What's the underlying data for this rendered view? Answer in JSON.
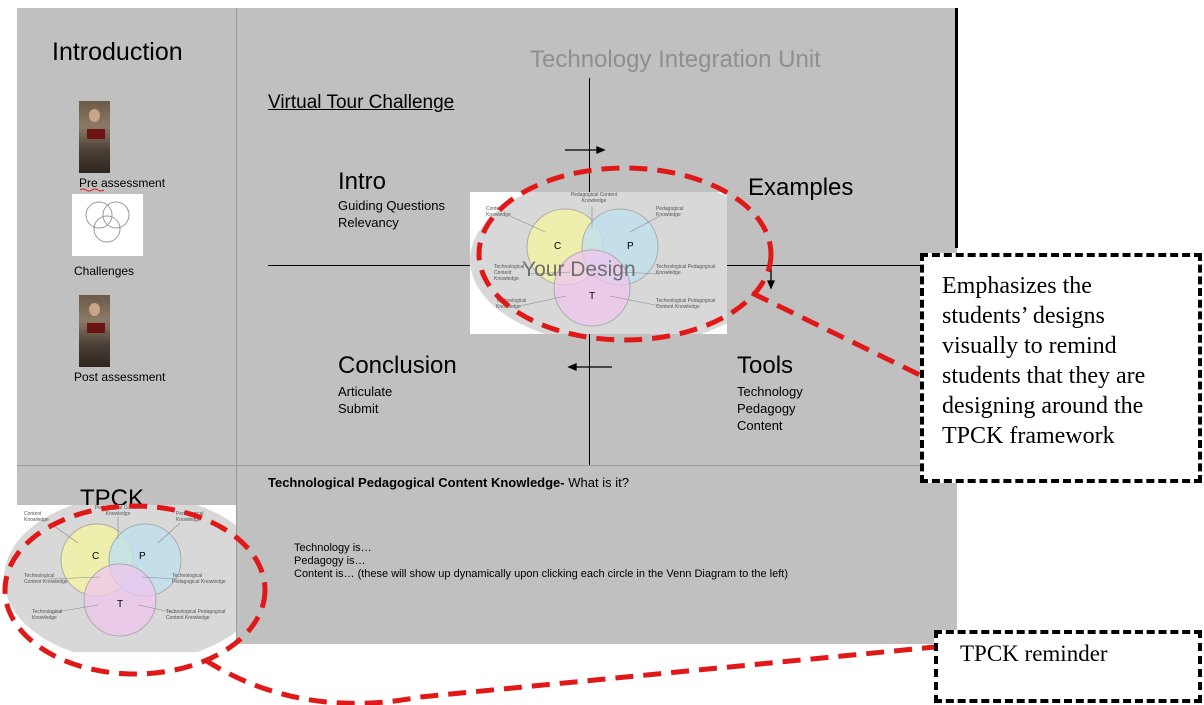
{
  "left_panel": {
    "title": "Introduction",
    "items": [
      {
        "label": "Pre assessment"
      },
      {
        "label": "Challenges"
      },
      {
        "label": "Post assessment"
      }
    ],
    "tpck_title": "TPCK"
  },
  "main": {
    "header": "Technology Integration Unit",
    "subtitle": "Virtual Tour Challenge",
    "quadrants": {
      "intro": {
        "title": "Intro",
        "lines": [
          "Guiding Questions",
          "Relevancy"
        ]
      },
      "examples": {
        "title": "Examples"
      },
      "conclusion": {
        "title": "Conclusion",
        "lines": [
          "Articulate",
          "Submit"
        ]
      },
      "tools": {
        "title": "Tools",
        "lines": [
          "Technology",
          "Pedagogy",
          "Content"
        ]
      }
    },
    "center_label": "Your Design"
  },
  "venn": {
    "pck": "Pedagogical Content Knowledge",
    "pk": "Pedagogical Knowledge",
    "ck": "Content Knowledge",
    "tck": "Technological Content Knowledge",
    "tpk": "Technological Pedagogical Knowledge",
    "tk": "Technological Knowledge",
    "tpack": "Technological Pedagogical Content Knowledge",
    "c": "C",
    "p": "P",
    "t": "T",
    "colors": {
      "c": "#f2f2a6",
      "p": "#bfe0ef",
      "t": "#efc6ef"
    }
  },
  "bottom": {
    "heading_bold": "Technological Pedagogical Content Knowledge-",
    "heading_rest": " What is it?",
    "lines": [
      "Technology is…",
      "Pedagogy is…",
      "Content is… (these will show up dynamically upon clicking each circle in the Venn Diagram to the left)"
    ]
  },
  "callouts": {
    "emphasis": "Emphasizes the students’ designs visually to remind students that they are designing around the TPCK framework",
    "reminder": "TPCK reminder"
  },
  "colors": {
    "slide_bg": "#c0c0c0",
    "highlight": "#e01818"
  }
}
